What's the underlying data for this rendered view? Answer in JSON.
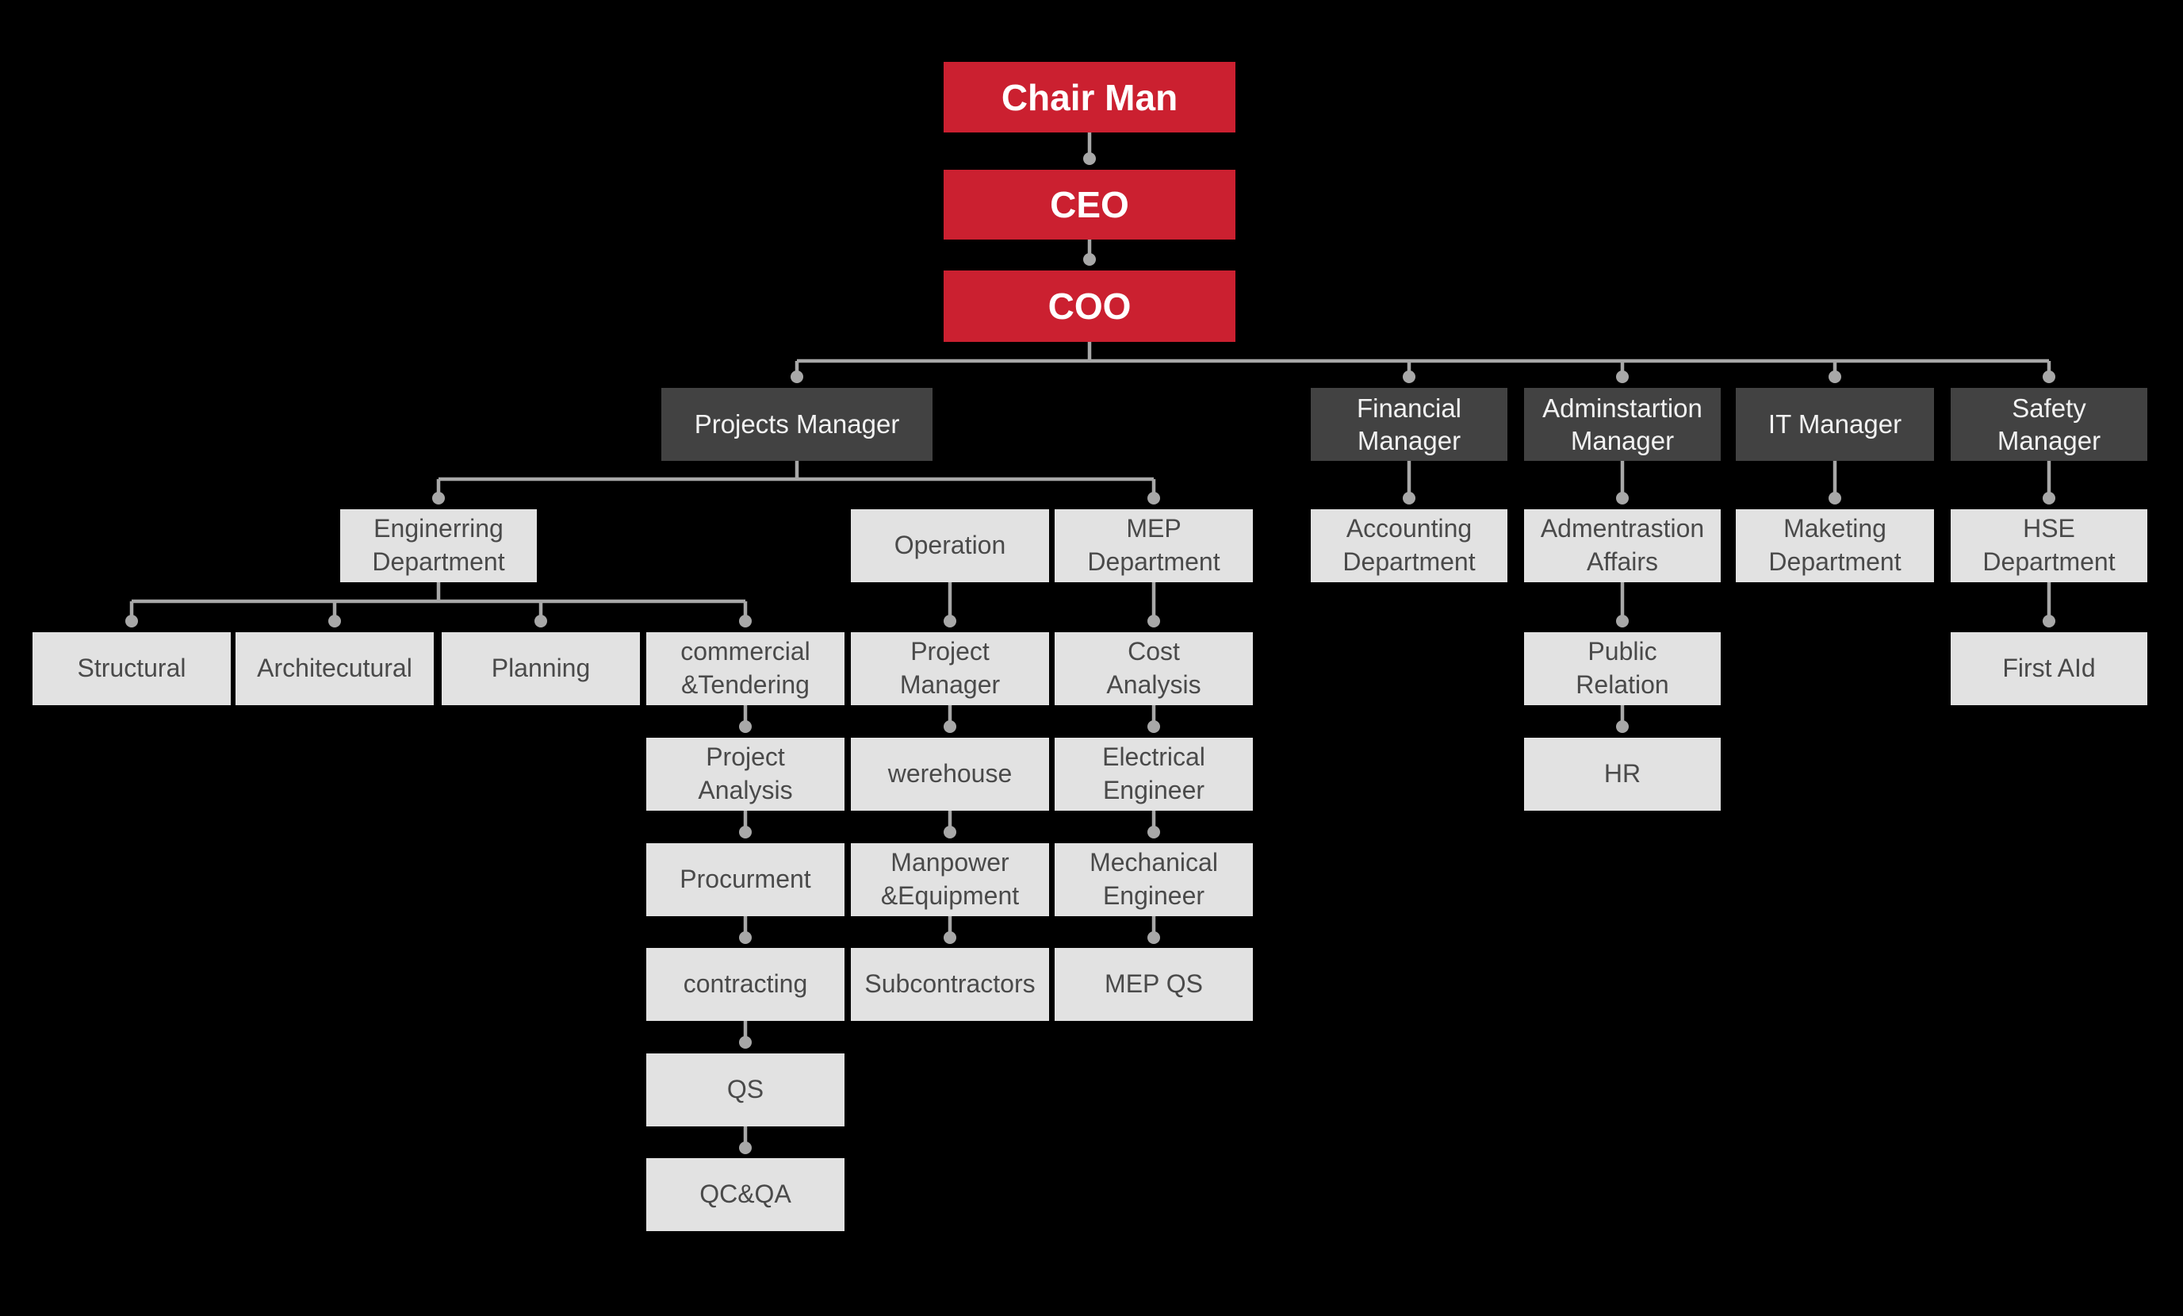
{
  "palette": {
    "background": "#000000",
    "executive_box": "#CB2030",
    "manager_box": "#424242",
    "department_box": "#E2E2E2",
    "executive_text": "#FFFFFF",
    "manager_text": "#F2F2F2",
    "department_text": "#4A4A4A",
    "connector": "#A8A8A8"
  },
  "nodes": {
    "chairman": {
      "label": "Chair Man"
    },
    "ceo": {
      "label": "CEO"
    },
    "coo": {
      "label": "COO"
    },
    "projects_manager": {
      "label": "Projects Manager"
    },
    "financial_manager": {
      "label": "Financial\nManager"
    },
    "adminstartion_manager": {
      "label": "Adminstartion\nManager"
    },
    "it_manager": {
      "label": "IT Manager"
    },
    "safety_manager": {
      "label": "Safety\nManager"
    },
    "enginerring_department": {
      "label": "Enginerring\nDepartment"
    },
    "operation": {
      "label": "Operation"
    },
    "mep_department": {
      "label": "MEP\nDepartment"
    },
    "accounting_department": {
      "label": "Accounting\nDepartment"
    },
    "admentrastion_affairs": {
      "label": "Admentrastion\nAffairs"
    },
    "maketing_department": {
      "label": "Maketing\nDepartment"
    },
    "hse_department": {
      "label": "HSE\nDepartment"
    },
    "structural": {
      "label": "Structural"
    },
    "architecutural": {
      "label": "Architecutural"
    },
    "planning": {
      "label": "Planning"
    },
    "commercial_tendering": {
      "label": "commercial\n&Tendering"
    },
    "project_manager": {
      "label": "Project\nManager"
    },
    "cost_analysis": {
      "label": "Cost\nAnalysis"
    },
    "public_relation": {
      "label": "Public\nRelation"
    },
    "first_aid": {
      "label": "First AId"
    },
    "project_analysis": {
      "label": "Project\nAnalysis"
    },
    "werehouse": {
      "label": "werehouse"
    },
    "electrical_engineer": {
      "label": "Electrical\nEngineer"
    },
    "hr": {
      "label": "HR"
    },
    "procurment": {
      "label": "Procurment"
    },
    "manpower_equipment": {
      "label": "Manpower\n&Equipment"
    },
    "mechanical_engineer": {
      "label": "Mechanical\nEngineer"
    },
    "contracting": {
      "label": "contracting"
    },
    "subcontractors": {
      "label": "Subcontractors"
    },
    "mep_qs": {
      "label": "MEP QS"
    },
    "qs": {
      "label": "QS"
    },
    "qc_qa": {
      "label": "QC&QA"
    }
  },
  "edges": [
    [
      "chairman",
      "ceo"
    ],
    [
      "ceo",
      "coo"
    ],
    [
      "coo",
      "projects_manager"
    ],
    [
      "coo",
      "financial_manager"
    ],
    [
      "coo",
      "adminstartion_manager"
    ],
    [
      "coo",
      "it_manager"
    ],
    [
      "coo",
      "safety_manager"
    ],
    [
      "projects_manager",
      "enginerring_department"
    ],
    [
      "projects_manager",
      "operation"
    ],
    [
      "projects_manager",
      "mep_department"
    ],
    [
      "enginerring_department",
      "structural"
    ],
    [
      "enginerring_department",
      "architecutural"
    ],
    [
      "enginerring_department",
      "planning"
    ],
    [
      "enginerring_department",
      "commercial_tendering"
    ],
    [
      "commercial_tendering",
      "project_analysis"
    ],
    [
      "project_analysis",
      "procurment"
    ],
    [
      "procurment",
      "contracting"
    ],
    [
      "contracting",
      "qs"
    ],
    [
      "qs",
      "qc_qa"
    ],
    [
      "operation",
      "project_manager"
    ],
    [
      "project_manager",
      "werehouse"
    ],
    [
      "werehouse",
      "manpower_equipment"
    ],
    [
      "manpower_equipment",
      "subcontractors"
    ],
    [
      "mep_department",
      "cost_analysis"
    ],
    [
      "cost_analysis",
      "electrical_engineer"
    ],
    [
      "electrical_engineer",
      "mechanical_engineer"
    ],
    [
      "mechanical_engineer",
      "mep_qs"
    ],
    [
      "financial_manager",
      "accounting_department"
    ],
    [
      "adminstartion_manager",
      "admentrastion_affairs"
    ],
    [
      "admentrastion_affairs",
      "public_relation"
    ],
    [
      "public_relation",
      "hr"
    ],
    [
      "it_manager",
      "maketing_department"
    ],
    [
      "safety_manager",
      "hse_department"
    ],
    [
      "hse_department",
      "first_aid"
    ]
  ]
}
